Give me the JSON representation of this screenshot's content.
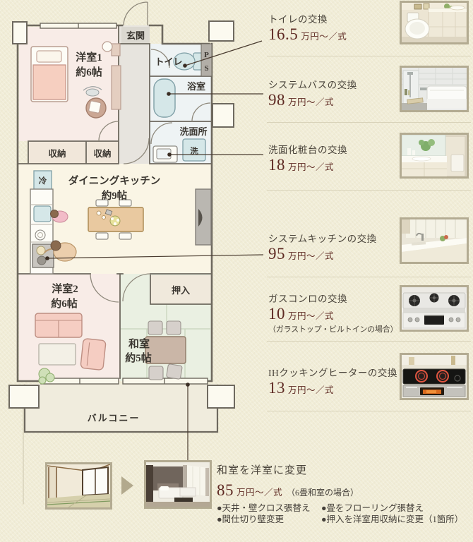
{
  "colors": {
    "background": "#f1edd7",
    "accent_price": "#5e2a23",
    "title_text": "#49433a",
    "divider": "#d9d3ba",
    "photo_border": "#b3ab92",
    "wall": "#6e695f"
  },
  "plan": {
    "labels": {
      "genkan": "玄関",
      "toilet": "トイレ",
      "ps_p": "P",
      "ps_s": "S",
      "bath": "浴室",
      "washroom": "洗面所",
      "washer": "洗",
      "room1_l1": "洋室1",
      "room1_l2": "約6帖",
      "storage1": "収納",
      "storage2": "収納",
      "fridge": "冷",
      "dk_l1": "ダイニングキッチン",
      "dk_l2": "約9帖",
      "room2_l1": "洋室2",
      "room2_l2": "約6帖",
      "oshiire": "押入",
      "washitsu_l1": "和室",
      "washitsu_l2": "約5帖",
      "balcony": "バルコニー"
    }
  },
  "items": [
    {
      "title": "トイレの交換",
      "price": "16.5",
      "unit": "万円〜／式"
    },
    {
      "title": "システムバスの交換",
      "price": "98",
      "unit": "万円〜／式"
    },
    {
      "title": "洗面化粧台の交換",
      "price": "18",
      "unit": "万円〜／式"
    },
    {
      "title": "システムキッチンの交換",
      "price": "95",
      "unit": "万円〜／式"
    },
    {
      "title": "ガスコンロの交換",
      "price": "10",
      "unit": "万円〜／式",
      "note": "（ガラストップ・ビルトインの場合）"
    },
    {
      "title": "IHクッキングヒーターの交換",
      "price": "13",
      "unit": "万円〜／式"
    }
  ],
  "conversion": {
    "title": "和室を洋室に変更",
    "price": "85",
    "unit": "万円〜／式",
    "note": "（6畳和室の場合）",
    "bullets_col1": [
      "●天井・壁クロス張替え",
      "●間仕切り壁変更"
    ],
    "bullets_col2": [
      "●畳をフローリング張替え",
      "●押入を洋室用収納に変更（1箇所）"
    ]
  }
}
